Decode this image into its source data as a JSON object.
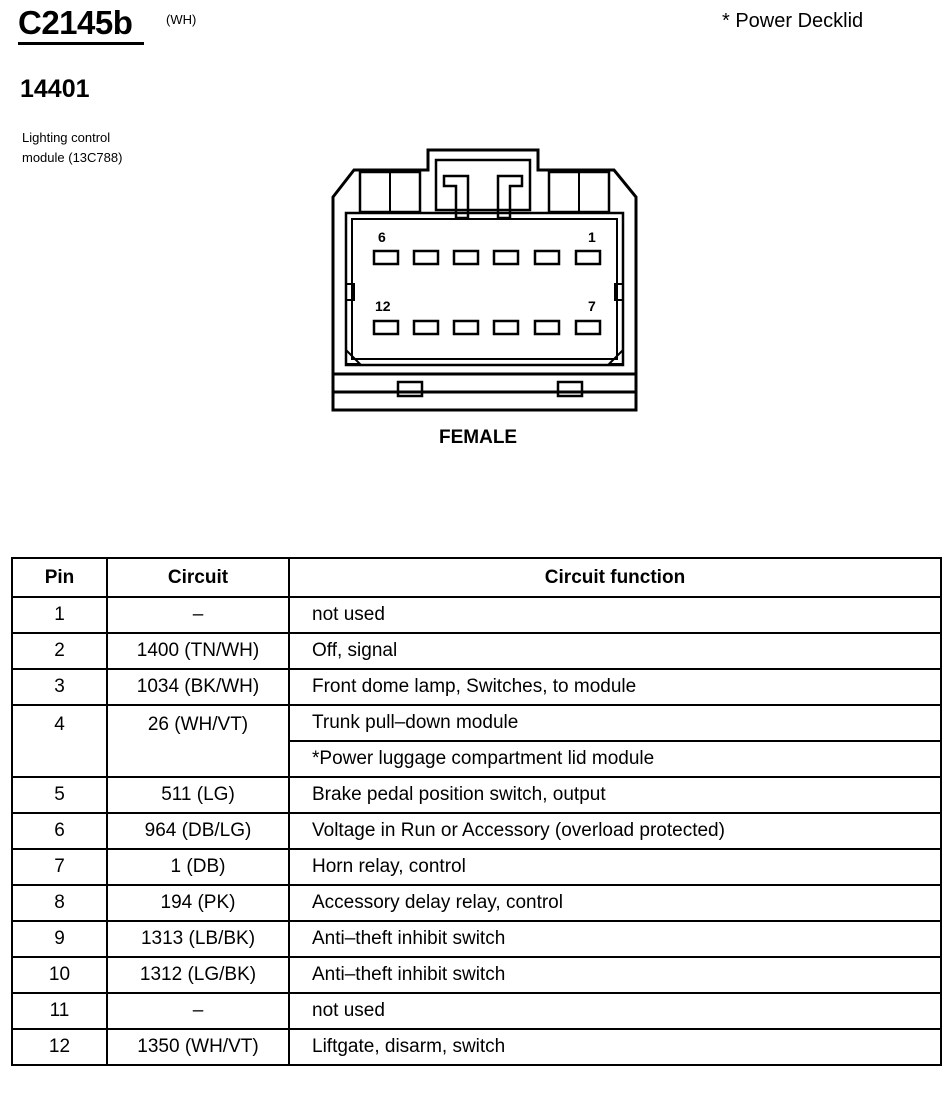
{
  "header": {
    "connector_id": "C2145b",
    "color_code": "(WH)",
    "note": "* Power Decklid",
    "part_number": "14401",
    "module_name_line1": "Lighting control",
    "module_name_line2": "module (13C788)"
  },
  "diagram": {
    "pin_label_top_left": "6",
    "pin_label_top_right": "1",
    "pin_label_bottom_left": "12",
    "pin_label_bottom_right": "7",
    "gender": "FEMALE"
  },
  "table": {
    "headers": [
      "Pin",
      "Circuit",
      "Circuit function"
    ],
    "rows": [
      {
        "pin": "1",
        "circuit": "–",
        "function": "not used"
      },
      {
        "pin": "2",
        "circuit": "1400 (TN/WH)",
        "function": "Off, signal"
      },
      {
        "pin": "3",
        "circuit": "1034 (BK/WH)",
        "function": "Front dome lamp, Switches, to module"
      },
      {
        "pin": "4",
        "circuit": "26 (WH/VT)",
        "function": "Trunk pull–down module",
        "function_2": "*Power luggage compartment lid module"
      },
      {
        "pin": "5",
        "circuit": "511 (LG)",
        "function": "Brake pedal position switch, output"
      },
      {
        "pin": "6",
        "circuit": "964 (DB/LG)",
        "function": "Voltage in Run or Accessory (overload protected)"
      },
      {
        "pin": "7",
        "circuit": "1 (DB)",
        "function": "Horn relay, control"
      },
      {
        "pin": "8",
        "circuit": "194 (PK)",
        "function": "Accessory delay relay, control"
      },
      {
        "pin": "9",
        "circuit": "1313 (LB/BK)",
        "function": "Anti–theft inhibit switch"
      },
      {
        "pin": "10",
        "circuit": "1312 (LG/BK)",
        "function": "Anti–theft inhibit switch"
      },
      {
        "pin": "11",
        "circuit": "–",
        "function": "not used"
      },
      {
        "pin": "12",
        "circuit": "1350 (WH/VT)",
        "function": "Liftgate, disarm, switch"
      }
    ]
  }
}
